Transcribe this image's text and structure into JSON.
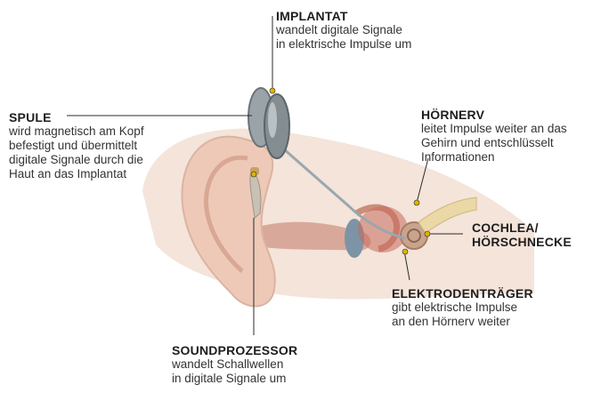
{
  "labels": {
    "implantat": {
      "title": "IMPLANTAT",
      "desc": "wandelt digitale Signale\nin elektrische Impulse um"
    },
    "spule": {
      "title": "SPULE",
      "desc": "wird magnetisch am Kopf\nbefestigt und übermittelt\ndigitale Signale durch die\nHaut an das Implantat"
    },
    "hoernerv": {
      "title": "HÖRNERV",
      "desc": "leitet Impulse weiter an das\nGehirn und entschlüsselt\nInformationen"
    },
    "cochlea": {
      "title": "COCHLEA/\nHÖRSCHNECKE"
    },
    "elektrode": {
      "title": "ELEKTRODENTRÄGER",
      "desc": "gibt elektrische Impulse\nan den Hörnerv weiter"
    },
    "sound": {
      "title": "SOUNDPROZESSOR",
      "desc": "wandelt Schallwellen\nin digitale Signale um"
    }
  },
  "colors": {
    "skin": "#f1ddd2",
    "skin_shadow": "#dcb9a9",
    "device": "#8a9297",
    "nerve": "#e7d7a6",
    "cochlea": "#c79a82",
    "line": "#2b2b2b"
  }
}
